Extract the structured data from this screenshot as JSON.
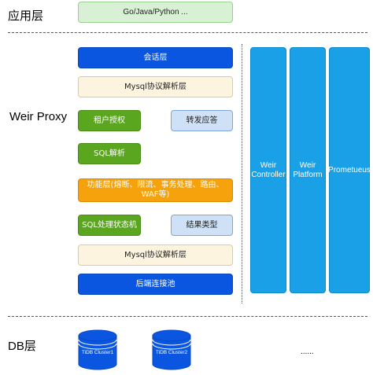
{
  "app_layer": {
    "label": "应用层",
    "languages": "Go/Java/Python    ..."
  },
  "proxy": {
    "label": "Weir Proxy",
    "session_layer": "会话层",
    "mysql_parse_top": "Mysql协议解析层",
    "tenant_auth": "租户授权",
    "forward_reply": "转发应答",
    "sql_parse": "SQL解析",
    "function_layer": "功能层(熔断、限流、事务处理、路由、WAF等)",
    "sql_state_machine": "SQL处理状态机",
    "result_type": "结果类型",
    "mysql_parse_bottom": "Mysql协议解析层",
    "backend_pool": "后端连接池"
  },
  "side_components": {
    "controller": "Weir\nController",
    "platform": "Weir\nPlatform",
    "prometheus": "Prometueus"
  },
  "db_layer": {
    "label": "DB层",
    "clusters": [
      "TiDB Cluster1",
      "TiDB Cluster2"
    ],
    "ellipsis": "......"
  },
  "colors": {
    "blue": "#0a56e0",
    "cream": "#fdf4e0",
    "green": "#5aa61f",
    "light_blue": "#cfe1f7",
    "orange": "#f5a20d",
    "side_blue": "#1aa0e6",
    "top_green": "#d8f0d4"
  }
}
